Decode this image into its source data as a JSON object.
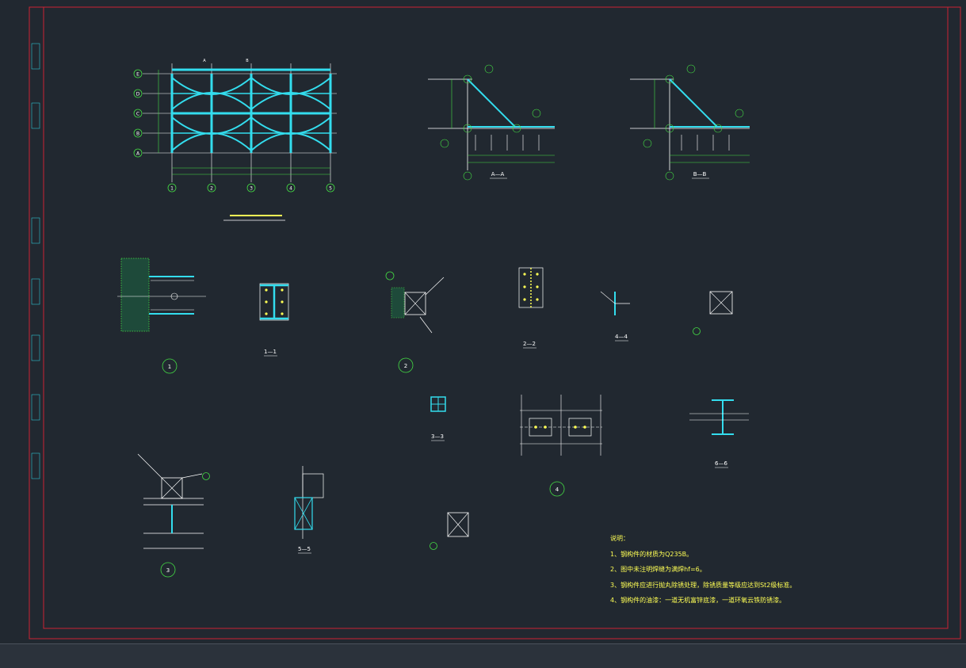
{
  "plan": {
    "axes_letters": [
      "E",
      "D",
      "C",
      "B",
      "A"
    ],
    "axes_numbers": [
      "1",
      "2",
      "3",
      "4",
      "5"
    ],
    "section_mark_a": "A",
    "section_mark_b": "B"
  },
  "section_views": {
    "a_title": "A—A",
    "b_title": "B—B"
  },
  "details": {
    "detail_1_label": "1",
    "detail_2_label": "2",
    "detail_3_label": "3",
    "detail_4_label": "4",
    "sec_1_1": "1—1",
    "sec_2_2": "2—2",
    "sec_3_3": "3—3",
    "sec_4_4": "4—4",
    "sec_5_5": "5—5",
    "sec_6_6": "6—6"
  },
  "notes": {
    "title": "说明：",
    "items": [
      "1、钢构件的材质为Q235B。",
      "2、图中未注明焊缝为满焊hf=6。",
      "3、钢构件应进行抛丸除锈处理，除锈质量等级应达到St2级标准。",
      "4、钢构件的油漆：一道无机富锌底漆，一道环氧云铁防锈漆。"
    ]
  },
  "colors": {
    "background": "#212830",
    "frame": "#cc2233",
    "beam": "#33ddee",
    "line": "#ffffff",
    "dimension": "#44dd44",
    "text": "#ffff55"
  }
}
